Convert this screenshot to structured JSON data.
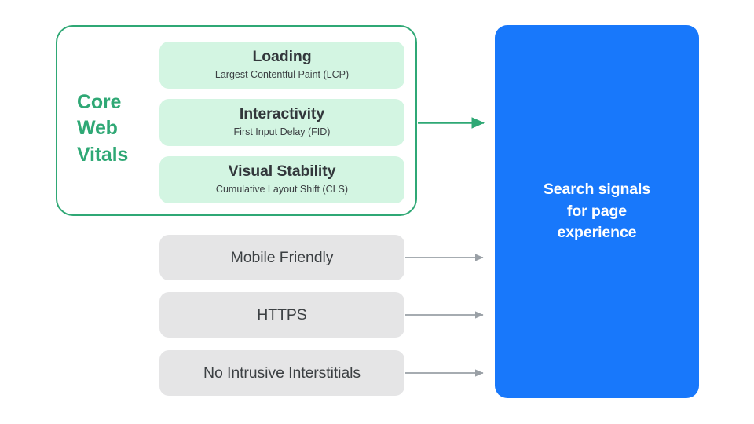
{
  "diagram": {
    "title": "Search signals for page experience",
    "background_color": "#ffffff",
    "colors": {
      "green_accent": "#2fa875",
      "green_card": "#d3f5e2",
      "gray_card": "#e5e5e6",
      "blue_box": "#1878fb",
      "text_dark": "#3c4043",
      "text_white": "#ffffff",
      "arrow_gray": "#9aa0a6"
    }
  },
  "core_web_vitals": {
    "group_label": "Core\nWeb\nVitals",
    "group_label_lines": [
      "Core",
      "Web",
      "Vitals"
    ],
    "cards": [
      {
        "title": "Loading",
        "subtitle": "Largest Contentful Paint (LCP)"
      },
      {
        "title": "Interactivity",
        "subtitle": "First Input Delay (FID)"
      },
      {
        "title": "Visual Stability",
        "subtitle": "Cumulative Layout Shift (CLS)"
      }
    ]
  },
  "other_signals": [
    {
      "label": "Mobile Friendly"
    },
    {
      "label": "HTTPS"
    },
    {
      "label": "No Intrusive Interstitials"
    }
  ],
  "destination": {
    "text": "Search signals\nfor page\nexperience"
  },
  "connectors": [
    {
      "name": "core-web-vitals-arrow",
      "color": "#2fa875",
      "from": "core-web-vitals-group",
      "to": "search-signals-box"
    },
    {
      "name": "mobile-friendly-arrow",
      "color": "#9aa0a6",
      "from": "signal-mobile-friendly",
      "to": "search-signals-box"
    },
    {
      "name": "https-arrow",
      "color": "#9aa0a6",
      "from": "signal-https",
      "to": "search-signals-box"
    },
    {
      "name": "no-intrusive-interstitials-arrow",
      "color": "#9aa0a6",
      "from": "signal-no-intrusive-interstitials",
      "to": "search-signals-box"
    }
  ]
}
